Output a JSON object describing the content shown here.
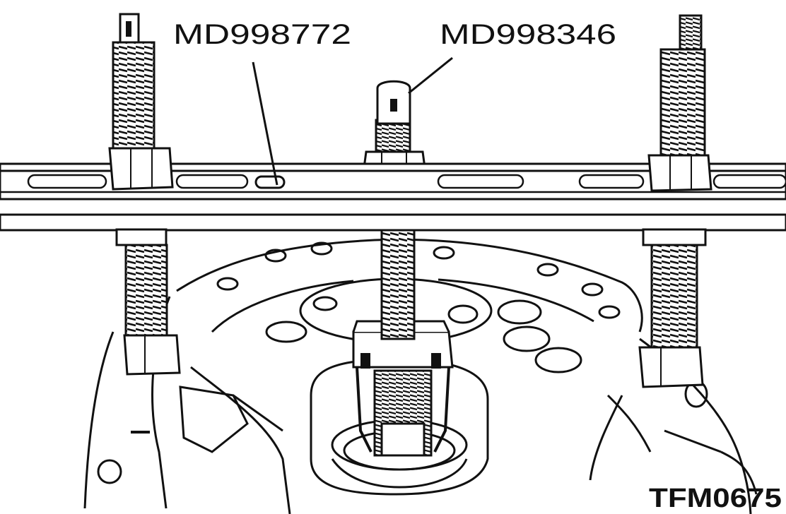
{
  "labels": {
    "tool_left": "MD998772",
    "tool_center": "MD998346",
    "figure_code": "TFM0675"
  },
  "colors": {
    "ink": "#111111",
    "paper": "#ffffff"
  }
}
